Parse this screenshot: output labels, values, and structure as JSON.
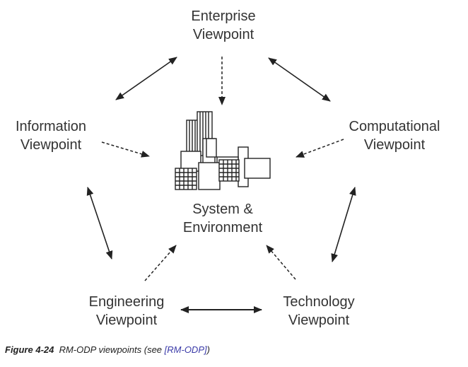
{
  "viewpoints": {
    "enterprise": {
      "line1": "Enterprise",
      "line2": "Viewpoint"
    },
    "information": {
      "line1": "Information",
      "line2": "Viewpoint"
    },
    "computational": {
      "line1": "Computational",
      "line2": "Viewpoint"
    },
    "engineering": {
      "line1": "Engineering",
      "line2": "Viewpoint"
    },
    "technology": {
      "line1": "Technology",
      "line2": "Viewpoint"
    }
  },
  "center": {
    "line1": "System &",
    "line2": "Environment",
    "icon": "city-buildings-icon"
  },
  "caption": {
    "figure": "Figure 4-24",
    "text": "RM-ODP viewpoints (see ",
    "ref": "[RM-ODP]",
    "close": ")"
  },
  "colors": {
    "stroke": "#222222",
    "text": "#333333",
    "ref_link": "#3a3aa8"
  }
}
